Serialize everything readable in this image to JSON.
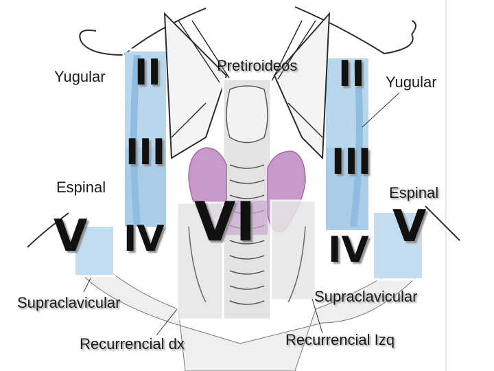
{
  "colors": {
    "zone_blue": "#b9d7ec",
    "zone_blue_dark": "#8fbde0",
    "thyroid_pink": "#c99ac9",
    "thyroid_pink_dark": "#9e6aa6",
    "trachea_gray": "#e3e3e3",
    "outline": "#2b2b2b",
    "stipple": "#888888"
  },
  "labels": {
    "yugular_left": "Yugular",
    "yugular_right": "Yugular",
    "pretiroideos": "Pretiroideos",
    "espinal_left": "Espinal",
    "espinal_right": "Espinal",
    "supraclavicular_left": "Supraclavicular",
    "supraclavicular_right": "Supraclavicular",
    "recurrencial_dx": "Recurrencial dx",
    "recurrencial_izq": "Recurrencial Izq"
  },
  "levels": {
    "ii_left": "II",
    "ii_right": "II",
    "iii_left": "III",
    "iii_right": "III",
    "iv_left": "IV",
    "iv_right": "IV",
    "v_left": "V",
    "v_right": "V",
    "vi": "VI"
  }
}
